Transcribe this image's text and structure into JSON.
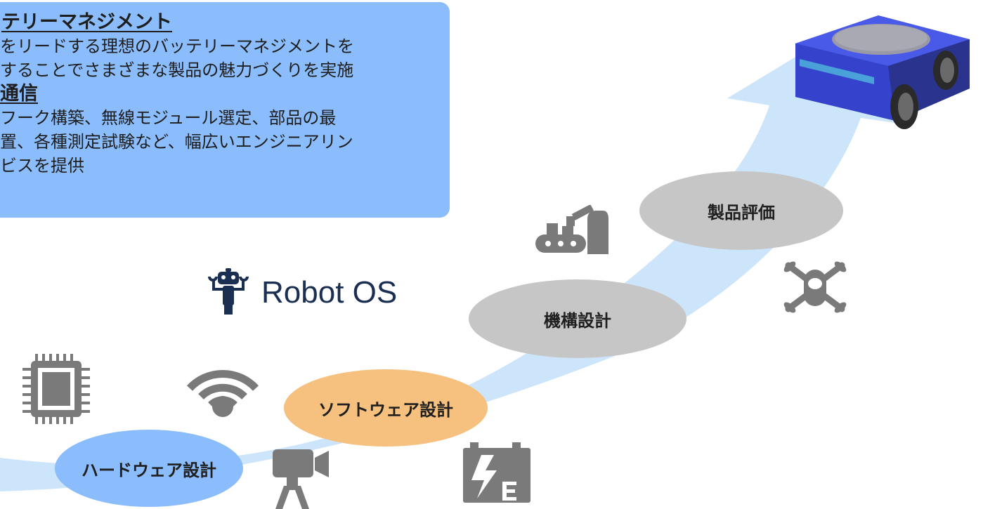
{
  "info_panel": {
    "battery_heading": "テリーマネジメント",
    "battery_lines": [
      "をリードする理想のバッテリーマネジメントを",
      "することでさまざまな製品の魅力づくりを実施"
    ],
    "comm_heading": "通信",
    "comm_lines": [
      "フーク構築、無線モジュール選定、部品の最",
      "置、各種測定試験など、幅広いエンジニアリン",
      "ビスを提供"
    ]
  },
  "stages": {
    "hardware": "ハードウェア設計",
    "software": "ソフトウェア設計",
    "mechanism": "機構設計",
    "evaluation": "製品評価"
  },
  "robot_os_label": "Robot OS",
  "icons": [
    "robot-os-icon",
    "chip-icon",
    "wifi-icon",
    "camera-icon",
    "battery-icon",
    "robot-arm-icon",
    "drone-icon",
    "robot-cart-icon"
  ],
  "colors": {
    "info_panel": "#8bbcfb",
    "arrow": "#cde5fb",
    "hardware_stage": "#8bbcfb",
    "software_stage": "#f6c07e",
    "gray_stage": "#c6c6c6",
    "icon_gray": "#7a7a7a",
    "robot_os_navy": "#1a2f52",
    "robot_body": "#3d4bd6"
  }
}
